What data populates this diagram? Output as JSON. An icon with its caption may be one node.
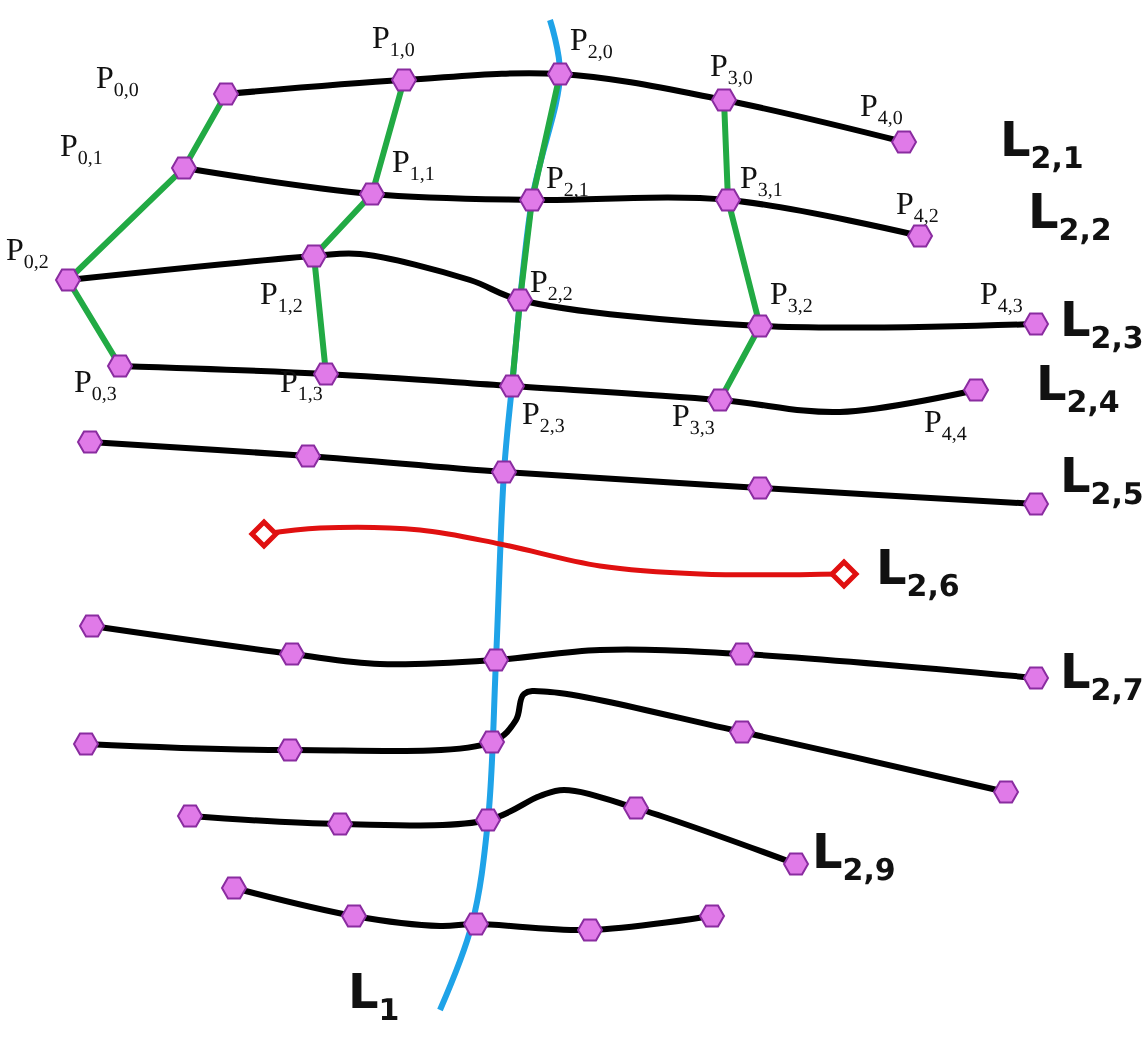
{
  "diagram": {
    "labels": [
      "P$_{0,0}$",
      "P$_{1,0}$",
      "P$_{2,0}$",
      "P$_{3,0}$",
      "P$_{4,0}$",
      "L$_{2,1}$",
      "P$_{0,1}$",
      "P$_{1,1}$",
      "P$_{2,1}$",
      "P$_{3,1}$",
      "P$_{4,2}$",
      "L$_{2,2}$",
      "P$_{0,2}$",
      "P$_{1,2}$",
      "P$_{2,2}$",
      "P$_{3,2}$",
      "P$_{4,3}$",
      "L$_{2,3}$",
      "P$_{0,3}$",
      "P$_{1,3}$",
      "P$_{2,3}$",
      "P$_{3,3}$",
      "P$_{4,4}$",
      "L$_{2,4}$",
      "L$_{2,5}$",
      "L$_{2,6}$",
      "L$_{2,7}$",
      "L$_{2,9}$",
      "L$_{1}$"
    ]
  }
}
